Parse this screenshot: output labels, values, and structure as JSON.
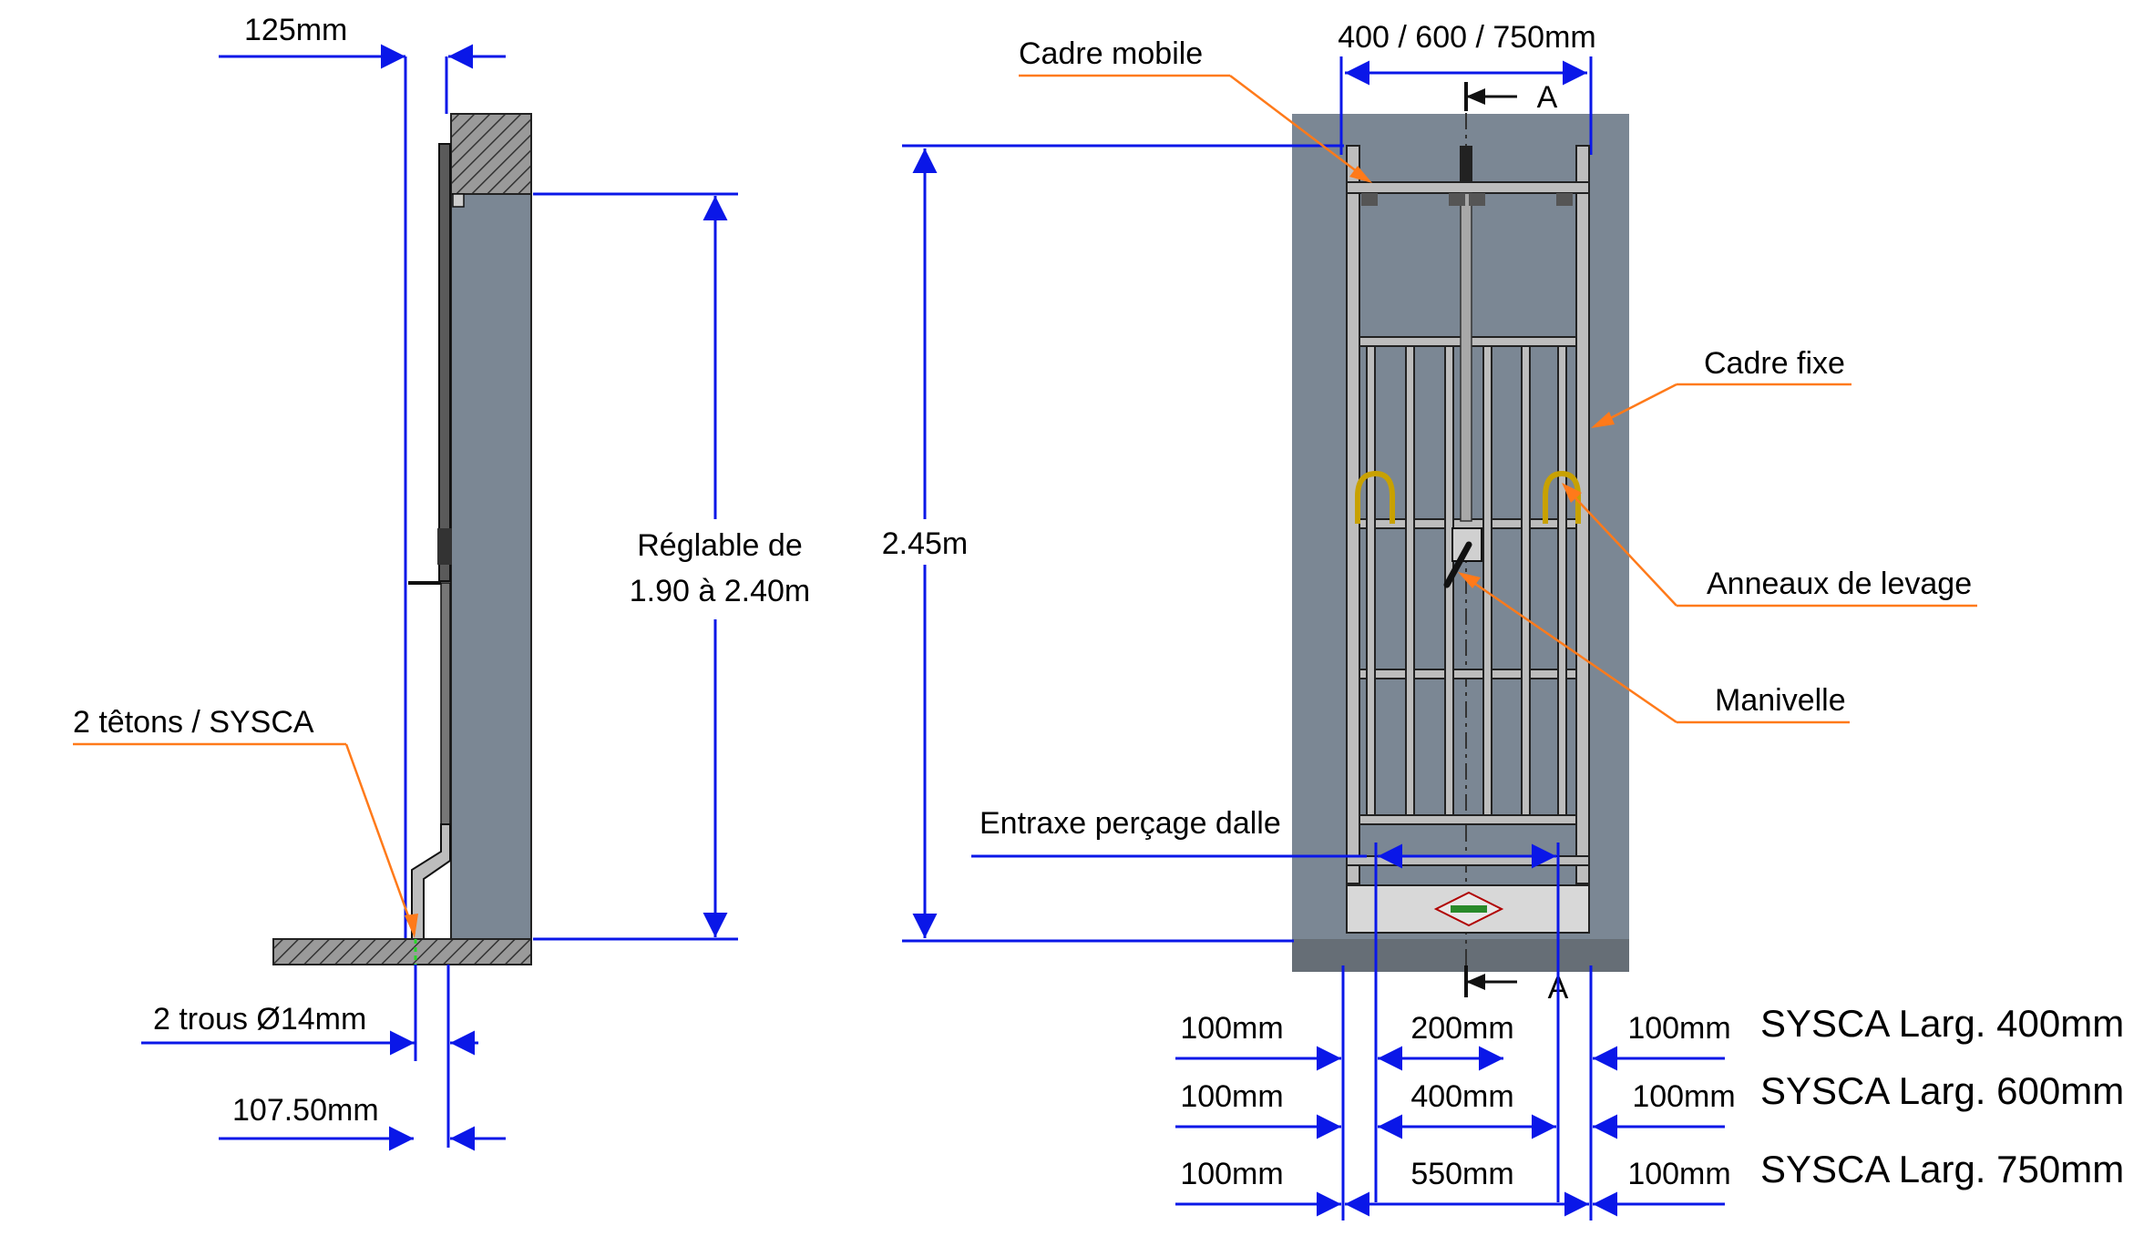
{
  "side_view": {
    "width_label": "125mm",
    "adjust_label_line1": "Réglable de",
    "adjust_label_line2": "1.90 à 2.40m",
    "tetons_label": "2 têtons / SYSCA",
    "holes_label": "2 trous Ø14mm",
    "offset_label": "107.50mm"
  },
  "front_view": {
    "width_label": "400 / 600 / 750mm",
    "section_mark_top": "A",
    "section_mark_bottom": "A",
    "height_label": "2.45m",
    "cadre_mobile": "Cadre mobile",
    "cadre_fixe": "Cadre fixe",
    "anneaux": "Anneaux de levage",
    "manivelle": "Manivelle",
    "entraxe": "Entraxe perçage dalle"
  },
  "dimension_rows": [
    {
      "left": "100mm",
      "middle": "200mm",
      "right": "100mm",
      "model": "SYSCA Larg. 400mm"
    },
    {
      "left": "100mm",
      "middle": "400mm",
      "right": "100mm",
      "model": "SYSCA Larg. 600mm"
    },
    {
      "left": "100mm",
      "middle": "550mm",
      "right": "100mm",
      "model": "SYSCA Larg. 750mm"
    }
  ],
  "colors": {
    "dimension": "#0a17e8",
    "leader": "#ff7a1a",
    "wall": "#7b8794",
    "frame": "#bdbdbd"
  }
}
